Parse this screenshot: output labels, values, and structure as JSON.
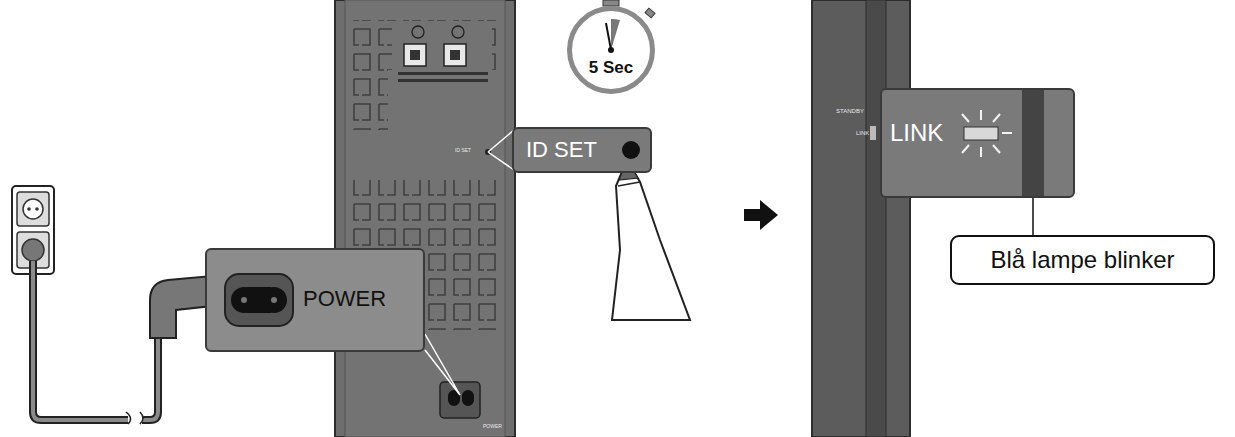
{
  "diagram": {
    "nodes": [
      {
        "text": [
          "5 Sec"
        ]
      },
      {
        "text": [
          "ID SET"
        ]
      },
      {
        "text": [
          "POWER"
        ]
      },
      {
        "text": [
          "LINK"
        ]
      },
      {
        "text": [
          "Blå lampe blinker"
        ]
      }
    ],
    "edges": [
      {
        "from": 3,
        "to": 4,
        "arrow": "none"
      }
    ],
    "labels": [
      "STANDBY",
      "LINK",
      "ID SET",
      "POWER"
    ]
  }
}
